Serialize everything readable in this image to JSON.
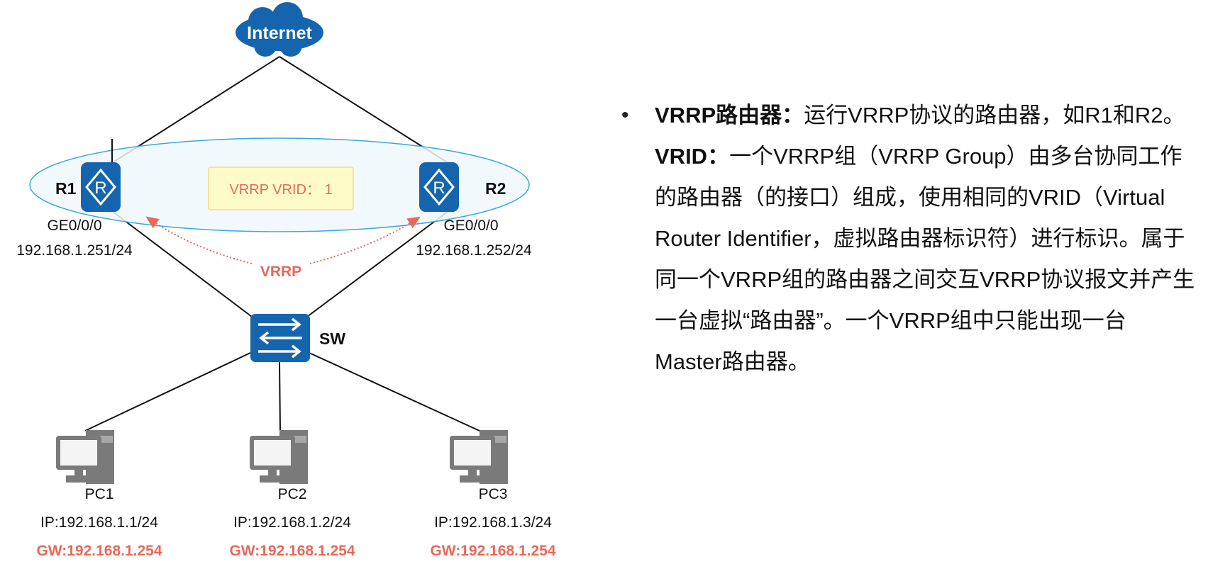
{
  "diagram": {
    "internet_label": "Internet",
    "r1_label": "R1",
    "r2_label": "R2",
    "vrid_box": "VRRP VRID：  1",
    "r1_iface": "GE0/0/0",
    "r1_ip": "192.168.1.251/24",
    "r2_iface": "GE0/0/0",
    "r2_ip": "192.168.1.252/24",
    "vrrp_label": "VRRP",
    "sw_label": "SW",
    "pcs": [
      {
        "name": "PC1",
        "ip": "IP:192.168.1.1/24",
        "gw": "GW:192.168.1.254"
      },
      {
        "name": "PC2",
        "ip": "IP:192.168.1.2/24",
        "gw": "GW:192.168.1.254"
      },
      {
        "name": "PC3",
        "ip": "IP:192.168.1.3/24",
        "gw": "GW:192.168.1.254"
      }
    ],
    "colors": {
      "device_blue": "#1565ae",
      "accent_red": "#e8685a",
      "ellipse_stroke": "#3aa8dc",
      "ellipse_fill": "#eef8fd",
      "vrid_fill": "#fffbc8"
    }
  },
  "description": {
    "bullet": "•",
    "lines": [
      {
        "bold": "VRRP路由器：",
        "text": "运行VRRP协议的路由器，如R1和R2。"
      },
      {
        "bold": "VRID：",
        "text": "一个VRRP组（VRRP  Group）由多台协同工作"
      },
      {
        "bold": "",
        "text": "的路由器（的接口）组成，使用相同的VRID（Virtual"
      },
      {
        "bold": "",
        "text": "Router Identifier，虚拟路由器标识符）进行标识。属于"
      },
      {
        "bold": "",
        "text": "同一个VRRP组的路由器之间交互VRRP协议报文并产生"
      },
      {
        "bold": "",
        "text": "一台虚拟“路由器”。一个VRRP组中只能出现一台"
      },
      {
        "bold": "",
        "text": "Master路由器。"
      }
    ]
  }
}
